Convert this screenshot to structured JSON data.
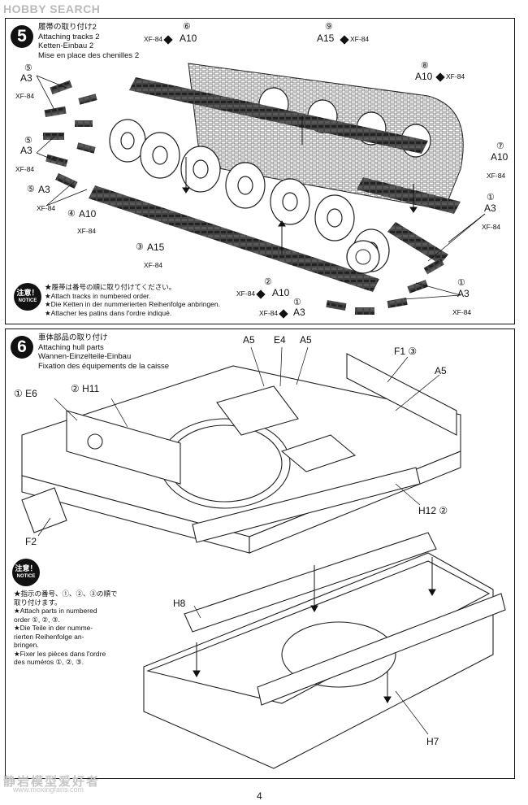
{
  "watermark": {
    "top": "HOBBY SEARCH",
    "bottom": "静岩模型爱好者",
    "url": "www.moxingfans.com"
  },
  "page_number": "4",
  "step5": {
    "number": "5",
    "title_jp": "履帯の取り付け2",
    "title_en": "Attaching tracks 2",
    "title_de": "Ketten-Einbau 2",
    "title_fr": "Mise en place des chenilles 2",
    "labels": {
      "l6": "⑥",
      "a10a": "A10",
      "xf84a": "XF-84",
      "l9": "⑨",
      "a15a": "A15",
      "xf84b": "XF-84",
      "l8": "⑧",
      "a10b": "A10",
      "xf84c": "XF-84",
      "l5a": "⑤",
      "a3a": "A3",
      "xf84d": "XF-84",
      "l5b": "⑤",
      "a3b": "A3",
      "xf84e": "XF-84",
      "l5c": "⑤",
      "a3c": "A3",
      "xf84f": "XF-84",
      "l4": "④",
      "a10c": "A10",
      "xf84g": "XF-84",
      "l3": "③",
      "a15b": "A15",
      "xf84h": "XF-84",
      "l7": "⑦",
      "a10d": "A10",
      "xf84i": "XF-84",
      "l1a": "①",
      "a3d": "A3",
      "xf84j": "XF-84",
      "l2": "②",
      "a10e": "A10",
      "xf84k": "XF-84",
      "l1b": "①",
      "a3e": "A3",
      "xf84l": "XF-84",
      "l1c": "①",
      "a3f": "A3",
      "xf84m": "XF-84"
    },
    "notice": {
      "jp": "注意！",
      "en": "NOTICE",
      "lines": [
        "★履帯は番号の順に取り付けてください。",
        "★Attach tracks in numbered order.",
        "★Die Ketten in der nummerierten Reihenfolge anbringen.",
        "★Attacher les patins dans l'ordre indiqué."
      ]
    }
  },
  "step6": {
    "number": "6",
    "title_jp": "車体部品の取り付け",
    "title_en": "Attaching hull parts",
    "title_de": "Wannen-Einzelteile-Einbau",
    "title_fr": "Fixation des équipements de la caisse",
    "labels": {
      "a5a": "A5",
      "e4": "E4",
      "a5b": "A5",
      "f1": "F1 ③",
      "a5c": "A5",
      "e6": "① E6",
      "h11": "② H11",
      "f2": "F2",
      "h12": "H12 ②",
      "h8": "H8",
      "h7": "H7"
    },
    "notice": {
      "jp": "注意！",
      "en": "NOTICE",
      "lines": [
        "★指示の番号、①、②、③の順で",
        "取り付けます。",
        "★Attach parts in numbered",
        "order ①, ②, ③.",
        "★Die Teile in der numme-",
        "rierten Reihenfolge an-",
        "bringen.",
        "★Fixer les pièces dans l'ordre",
        "des numéros ①, ②, ③."
      ]
    }
  }
}
